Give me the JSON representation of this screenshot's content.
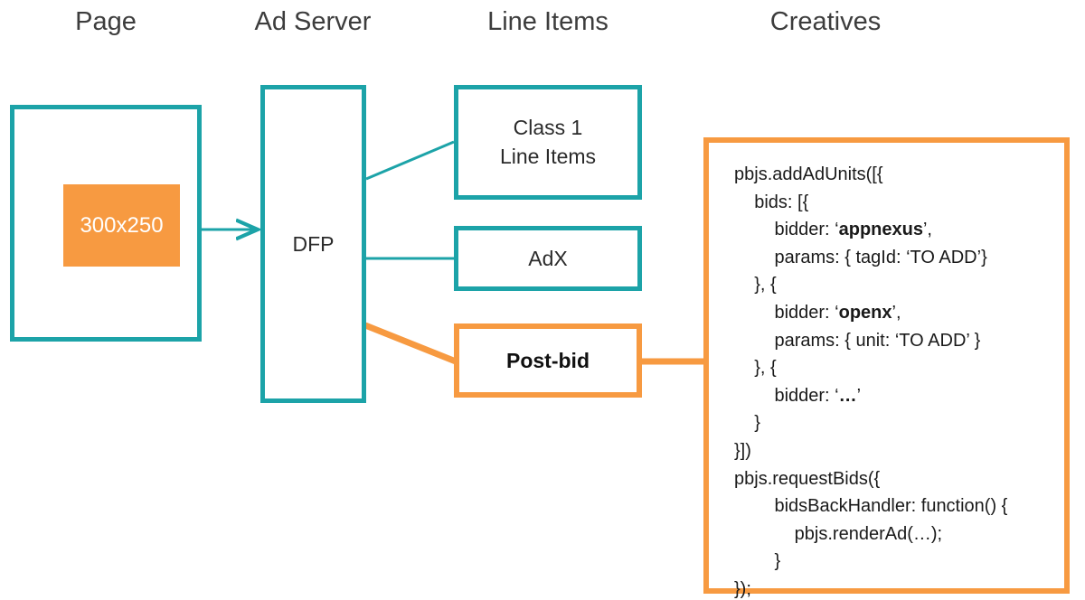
{
  "colors": {
    "teal": "#1CA3A8",
    "orange": "#F79A41",
    "text": "#2b2b2b",
    "background": "#ffffff"
  },
  "headers": {
    "page": "Page",
    "ad_server": "Ad Server",
    "line_items": "Line Items",
    "creatives": "Creatives"
  },
  "page_column": {
    "ad_slot_label": "300x250"
  },
  "ad_server_column": {
    "dfp_label": "DFP"
  },
  "line_items_column": {
    "class1_line1": "Class 1",
    "class1_line2": "Line Items",
    "adx_label": "AdX",
    "postbid_label": "Post-bid"
  },
  "creatives_column": {
    "code_lines": [
      {
        "indent": 0,
        "text": "pbjs.addAdUnits([{"
      },
      {
        "indent": 1,
        "text": "bids: [{"
      },
      {
        "indent": 2,
        "pre": "bidder: ‘",
        "bold": "appnexus",
        "post": "’,"
      },
      {
        "indent": 2,
        "text": "params: { tagId: ‘TO ADD’}"
      },
      {
        "indent": 1,
        "text": "}, {"
      },
      {
        "indent": 2,
        "pre": "bidder: ‘",
        "bold": "openx",
        "post": "’,"
      },
      {
        "indent": 2,
        "text": "params: { unit: ‘TO ADD’ }"
      },
      {
        "indent": 1,
        "text": "}, {"
      },
      {
        "indent": 2,
        "pre": "bidder: ‘",
        "bold": "…",
        "post": "’"
      },
      {
        "indent": 1,
        "text": "}"
      },
      {
        "indent": 0,
        "text": "}])"
      },
      {
        "indent": 0,
        "text": "pbjs.requestBids({"
      },
      {
        "indent": 2,
        "text": "bidsBackHandler: function() {"
      },
      {
        "indent": 3,
        "text": "pbjs.renderAd(…);"
      },
      {
        "indent": 2,
        "text": "}"
      },
      {
        "indent": 0,
        "text": "});"
      }
    ]
  },
  "connectors": [
    {
      "name": "ad-slot-to-dfp",
      "color": "#1CA3A8",
      "arrow": true
    },
    {
      "name": "dfp-to-class1",
      "color": "#1CA3A8",
      "arrow": false
    },
    {
      "name": "dfp-to-adx",
      "color": "#1CA3A8",
      "arrow": false
    },
    {
      "name": "dfp-to-postbid",
      "color": "#F79A41",
      "arrow": false
    },
    {
      "name": "postbid-to-creative",
      "color": "#F79A41",
      "arrow": false
    }
  ]
}
